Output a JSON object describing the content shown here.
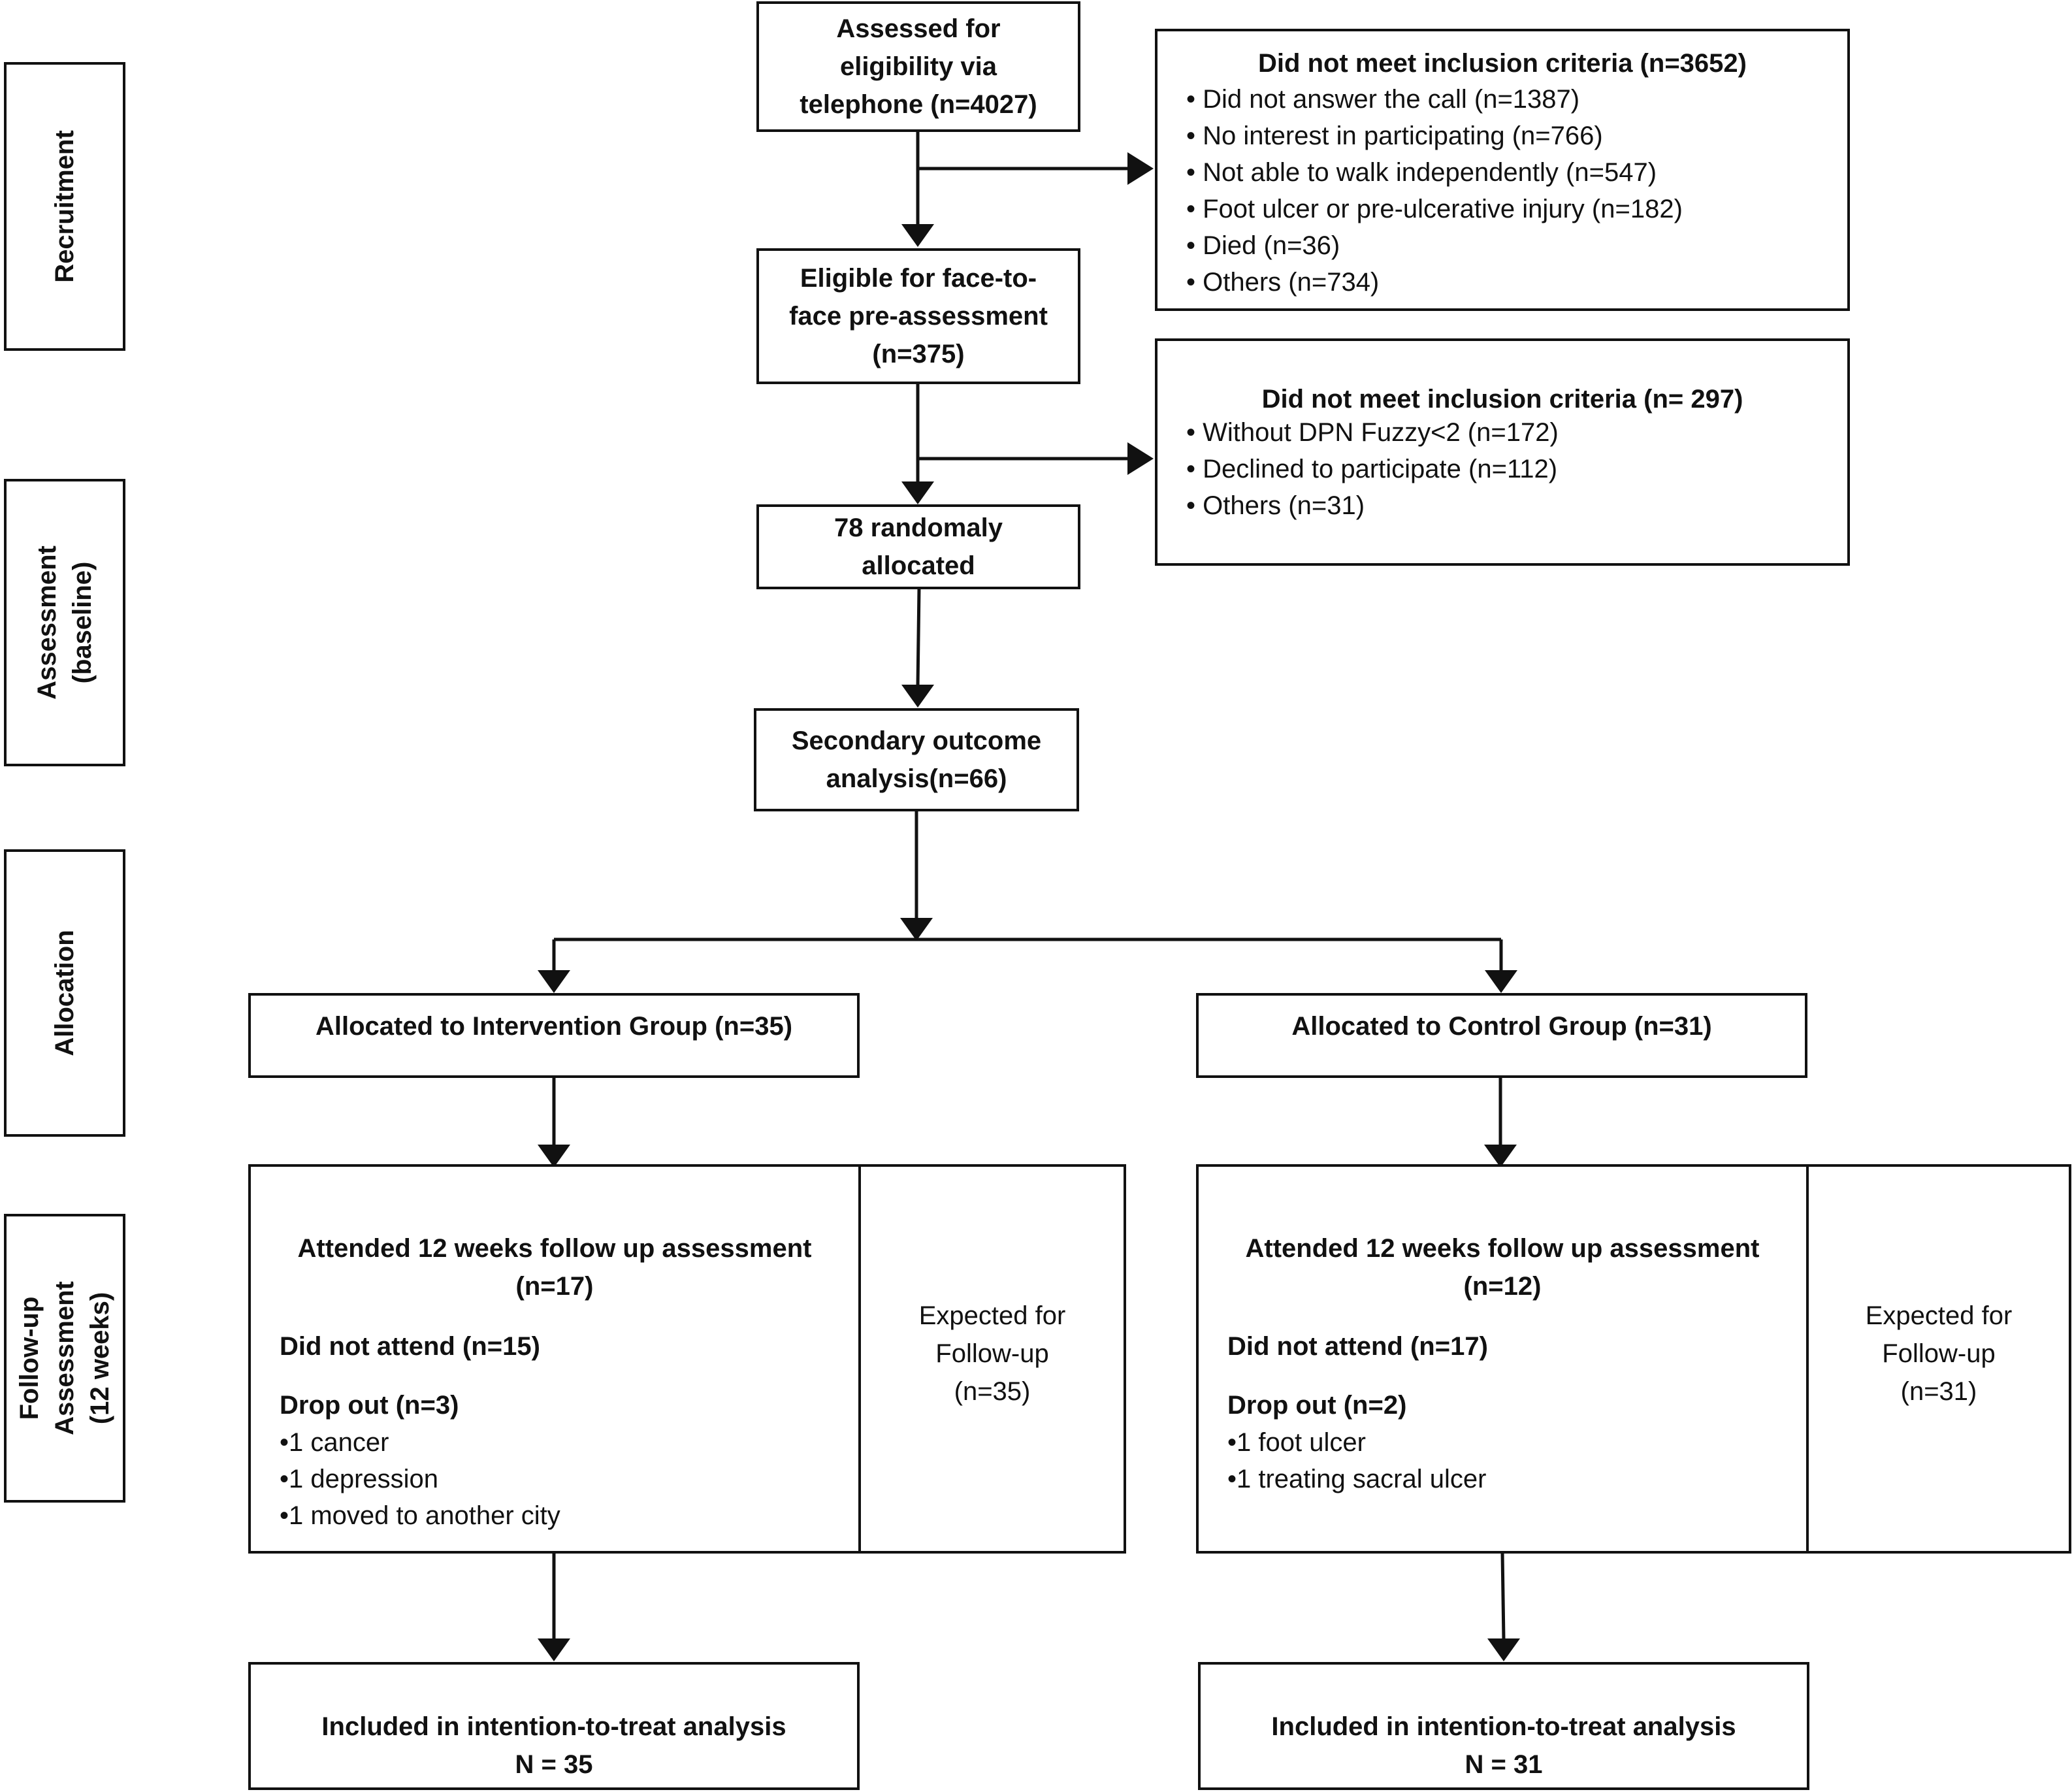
{
  "phases": {
    "recruitment": [
      "Recruitment"
    ],
    "assessment": [
      "Assessment",
      "(baseline)"
    ],
    "allocation": [
      "Allocation"
    ],
    "followup": [
      "Follow-up",
      "Assessment",
      "(12 weeks)"
    ]
  },
  "assessed": [
    "Assessed for",
    "eligibility via",
    "telephone (n=4027)"
  ],
  "excluded1": {
    "title": "Did not meet inclusion criteria (n=3652)",
    "items": [
      "• Did not answer the call (n=1387)",
      "• No interest in participating (n=766)",
      "• Not able to walk independently (n=547)",
      "• Foot ulcer or pre-ulcerative injury (n=182)",
      "• Died (n=36)",
      "• Others (n=734)"
    ]
  },
  "eligible": [
    "Eligible for face-to-",
    "face pre-assessment",
    "(n=375)"
  ],
  "excluded2": {
    "title": "Did not meet inclusion criteria (n= 297)",
    "items": [
      "• Without DPN Fuzzy<2 (n=172)",
      "• Declined to participate (n=112)",
      "• Others (n=31)"
    ]
  },
  "randomized": [
    "78 randomaly",
    "allocated"
  ],
  "secondary": [
    "Secondary outcome",
    "analysis(n=66)"
  ],
  "intervention": {
    "allocated": "Allocated to Intervention Group (n=35)",
    "attended": [
      "Attended 12 weeks follow up assessment",
      "(n=17)"
    ],
    "not_attend": "Did not attend (n=15)",
    "dropout": "Drop out (n=3)",
    "reasons": [
      "•1 cancer",
      "•1 depression",
      "•1 moved to another city"
    ],
    "expected": [
      "Expected for",
      "Follow-up",
      "(n=35)"
    ],
    "itt": [
      "Included in intention-to-treat analysis",
      "N = 35"
    ]
  },
  "control": {
    "allocated": "Allocated to Control Group (n=31)",
    "attended": [
      "Attended 12 weeks follow up assessment",
      "(n=12)"
    ],
    "not_attend": "Did not attend (n=17)",
    "dropout": "Drop out (n=2)",
    "reasons": [
      "•1 foot ulcer",
      "•1 treating sacral ulcer"
    ],
    "expected": [
      "Expected for",
      "Follow-up",
      "(n=31)"
    ],
    "itt": [
      "Included in intention-to-treat analysis",
      "N = 31"
    ]
  }
}
